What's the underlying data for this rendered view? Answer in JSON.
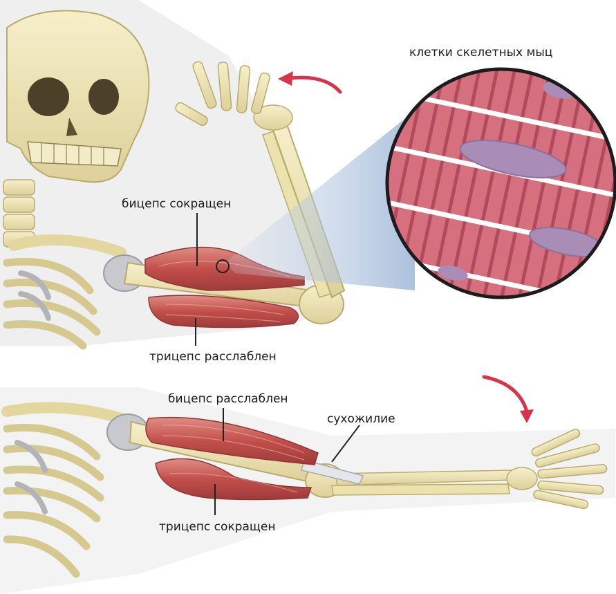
{
  "labels": {
    "muscle_cells": "клетки скелетных мыц",
    "biceps_contracted": "бицепс сокращен",
    "triceps_relaxed": "трицепс расслаблен",
    "biceps_relaxed": "бицепс расслаблен",
    "tendon": "сухожилие",
    "triceps_contracted": "трицепс сокращен"
  },
  "colors": {
    "bone": "#efe6b4",
    "bone_outline": "#c8bb7c",
    "muscle": "#c95a56",
    "muscle_light": "#e49a90",
    "cell_stripe": "#d37a86",
    "nucleus": "#a88ab0",
    "arrow": "#d6344a"
  }
}
